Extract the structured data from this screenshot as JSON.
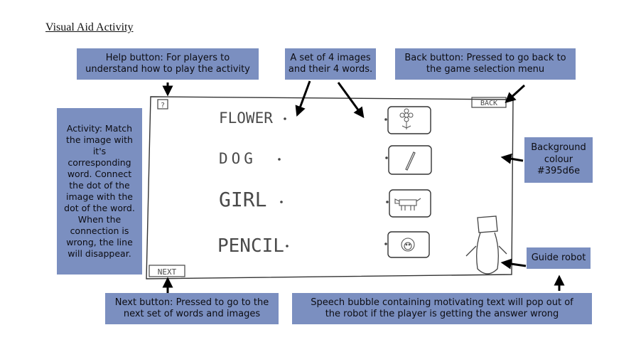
{
  "page_title": "Visual Aid Activity",
  "notes": {
    "help": "Help button: For players to\nunderstand how to play the activity",
    "images": "A set of 4 images\nand their 4 words.",
    "back": "Back button: Pressed to go back to\nthe game selection menu",
    "activity": "Activity: Match\nthe image with\nit's\ncorresponding\nword. Connect\nthe dot of the\nimage with the\ndot of the word.\nWhen the\nconnection is\nwrong, the line\nwill disappear.",
    "background": "Background\ncolour\n#395d6e",
    "robot": "Guide robot",
    "next": "Next button: Pressed to go to the\nnext set of words and images",
    "speech": "Speech bubble containing motivating text will pop out of\nthe robot if the player is getting the answer wrong"
  },
  "sketch": {
    "help_label": "?",
    "back_label": "BACK",
    "next_label": "NEXT",
    "words": [
      "FLOWER",
      "DOG",
      "GIRL",
      "PENCIL"
    ],
    "image_icons": [
      "flower-icon",
      "pencil-icon",
      "dog-icon",
      "girl-face-icon"
    ]
  },
  "colors": {
    "note_bg": "#7b8fc0",
    "game_background": "#395d6e"
  }
}
